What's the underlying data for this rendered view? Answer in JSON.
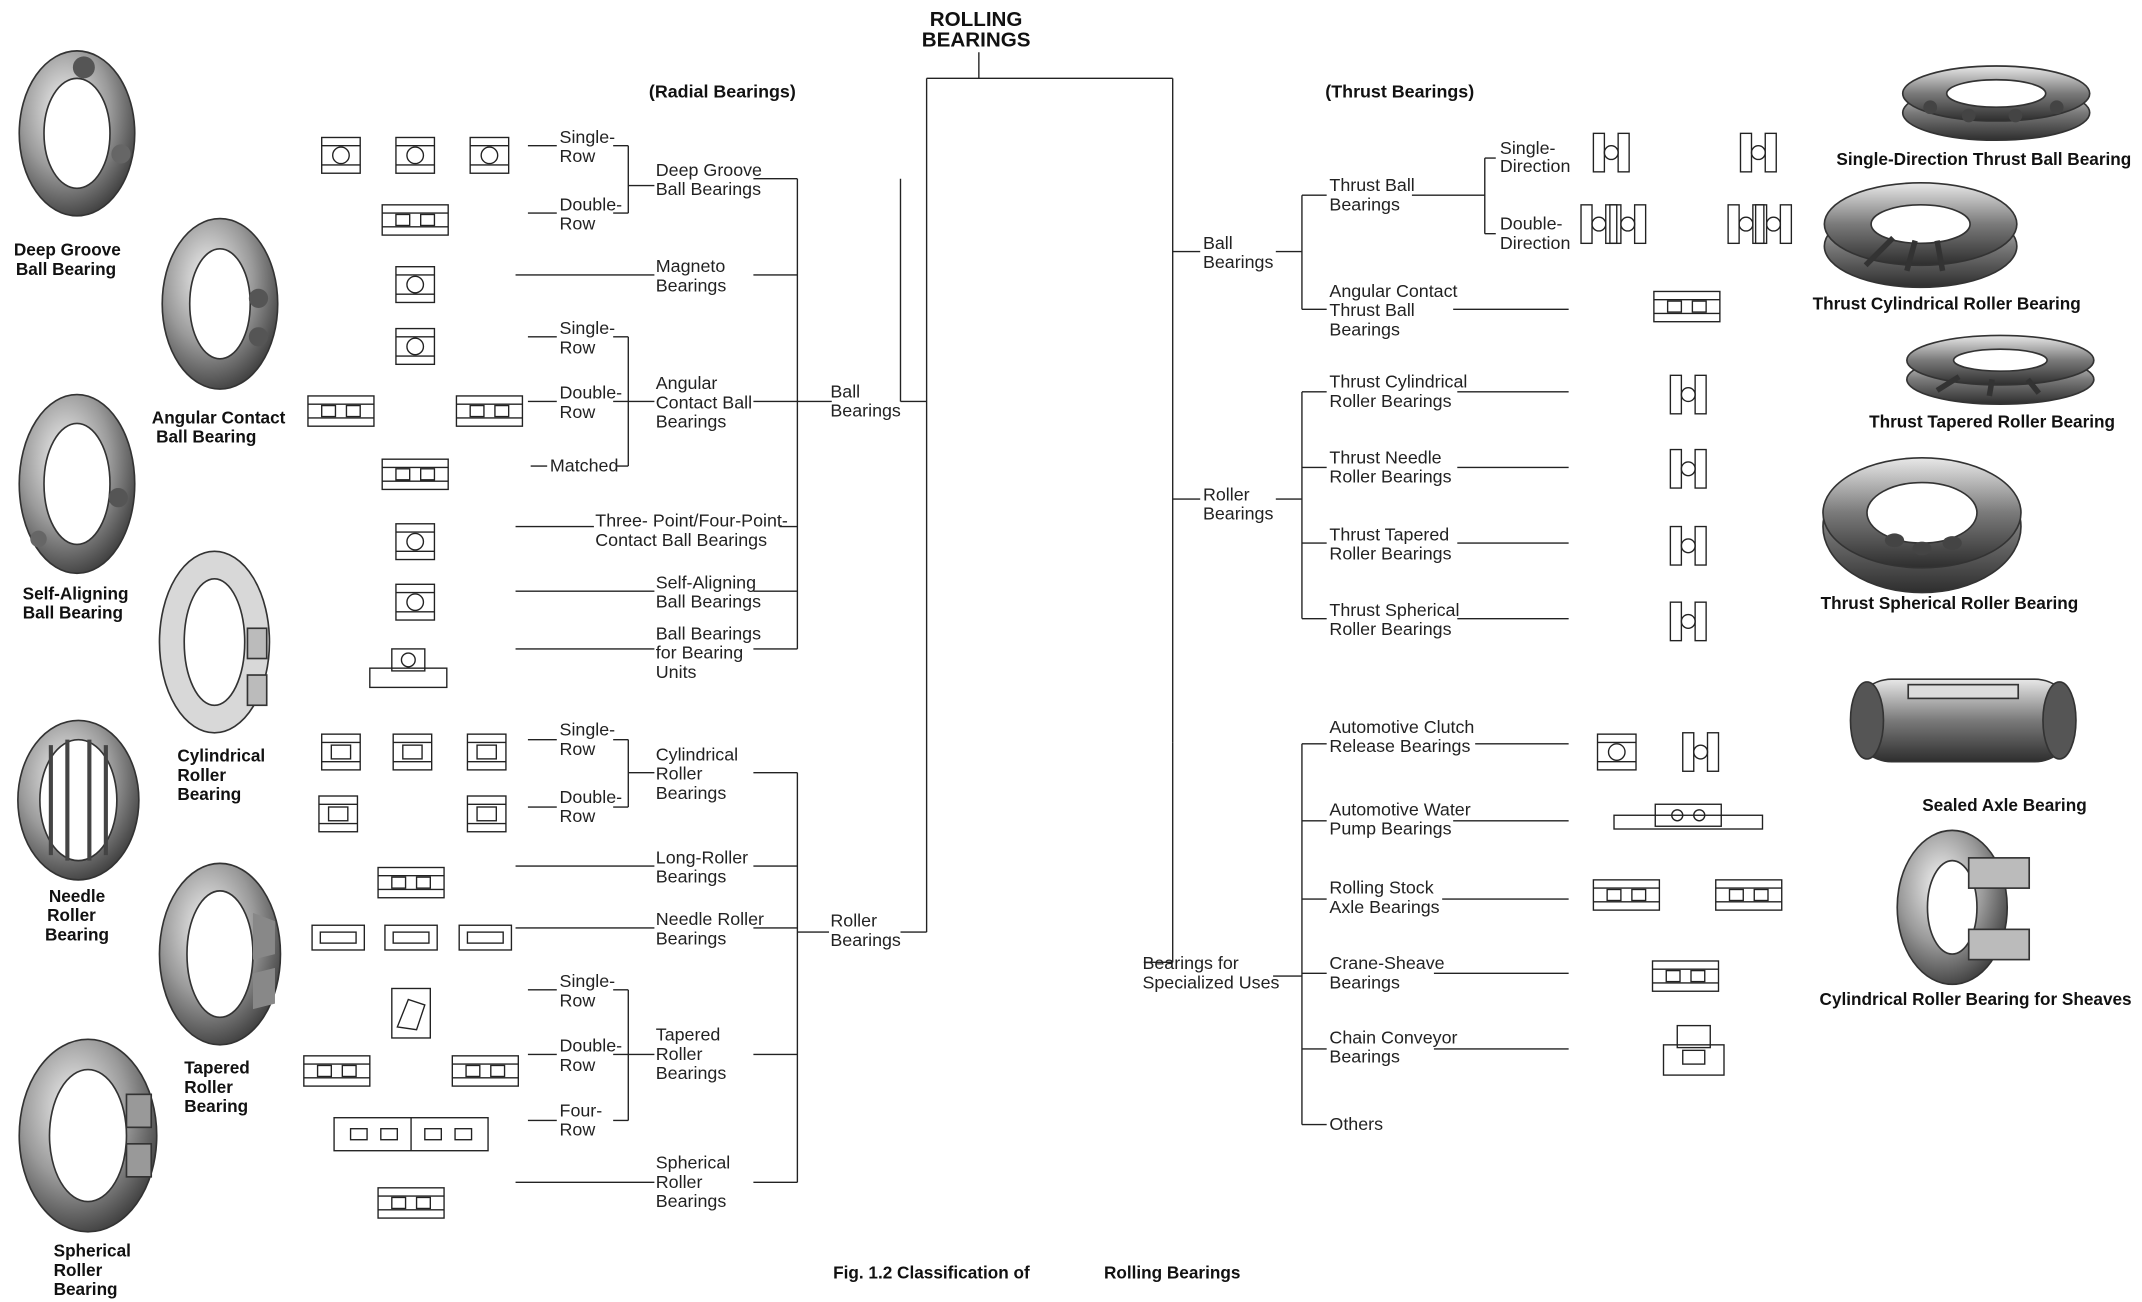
{
  "title": [
    "ROLLING",
    "BEARINGS"
  ],
  "figure_caption": {
    "prefix": "Fig. 1.2  Classification of",
    "suffix": "Rolling Bearings"
  },
  "section_headers": {
    "radial": "(Radial Bearings)",
    "thrust": "(Thrust Bearings)"
  },
  "radial": {
    "ball": [
      "Ball",
      "Bearings"
    ],
    "roller": [
      "Roller",
      "Bearings"
    ],
    "deep_groove": [
      "Deep Groove",
      "Ball Bearings"
    ],
    "deep_groove_single": [
      "Single-",
      "Row"
    ],
    "deep_groove_double": [
      "Double-",
      "Row"
    ],
    "magneto": [
      "Magneto",
      "Bearings"
    ],
    "angular": [
      "Angular",
      "Contact Ball",
      "Bearings"
    ],
    "angular_single": [
      "Single-",
      "Row"
    ],
    "angular_double": [
      "Double-",
      "Row"
    ],
    "angular_matched": "Matched",
    "three_point": [
      "Three- Point/Four-Point-",
      "Contact Ball Bearings"
    ],
    "self_aligning": [
      "Self-Aligning",
      "Ball Bearings"
    ],
    "units": [
      "Ball Bearings",
      "for Bearing",
      "Units"
    ],
    "cylindrical": [
      "Cylindrical",
      "Roller",
      "Bearings"
    ],
    "cyl_single": [
      "Single-",
      "Row"
    ],
    "cyl_double": [
      "Double-",
      "Row"
    ],
    "long_roller": [
      "Long-Roller",
      "Bearings"
    ],
    "needle": [
      "Needle Roller",
      "Bearings"
    ],
    "tapered": [
      "Tapered",
      "Roller",
      "Bearings"
    ],
    "tap_single": [
      "Single-",
      "Row"
    ],
    "tap_double": [
      "Double-",
      "Row"
    ],
    "tap_four": [
      "Four-",
      "Row"
    ],
    "spherical": [
      "Spherical",
      "Roller",
      "Bearings"
    ]
  },
  "thrust": {
    "ball": [
      "Ball",
      "Bearings"
    ],
    "roller": [
      "Roller",
      "Bearings"
    ],
    "thrust_ball": [
      "Thrust Ball",
      "Bearings"
    ],
    "single_direction": [
      "Single-",
      "Direction"
    ],
    "double_direction": [
      "Double-",
      "Direction"
    ],
    "angular_thrust": [
      "Angular Contact",
      "Thrust Ball",
      "Bearings"
    ],
    "cylindrical": [
      "Thrust Cylindrical",
      "Roller Bearings"
    ],
    "needle": [
      "Thrust Needle",
      "Roller Bearings"
    ],
    "tapered": [
      "Thrust Tapered",
      "Roller Bearings"
    ],
    "spherical": [
      "Thrust Spherical",
      "Roller Bearings"
    ]
  },
  "special": {
    "root": [
      "Bearings for",
      "Specialized Uses"
    ],
    "clutch": [
      "Automotive Clutch",
      "Release Bearings"
    ],
    "water_pump": [
      "Automotive Water",
      "Pump Bearings"
    ],
    "rolling_stock": [
      "Rolling Stock",
      "Axle Bearings"
    ],
    "crane": [
      "Crane-Sheave",
      "Bearings"
    ],
    "chain": [
      "Chain Conveyor",
      "Bearings"
    ],
    "others": "Others"
  },
  "photo_captions": {
    "deep_groove": [
      "Deep Groove",
      "Ball Bearing"
    ],
    "angular": [
      "Angular Contact",
      "Ball Bearing"
    ],
    "self_aligning": [
      "Self-Aligning",
      "Ball Bearing"
    ],
    "cylindrical": [
      "Cylindrical",
      "Roller",
      "Bearing"
    ],
    "needle": [
      "Needle",
      "Roller",
      "Bearing"
    ],
    "tapered": [
      "Tapered",
      "Roller",
      "Bearing"
    ],
    "spherical": [
      "Spherical",
      "Roller",
      "Bearing"
    ],
    "thrust_ball": "Single-Direction Thrust Ball Bearing",
    "thrust_cyl": "Thrust Cylindrical Roller Bearing",
    "thrust_tap": "Thrust Tapered Roller Bearing",
    "thrust_sph": "Thrust Spherical Roller Bearing",
    "sealed_axle": "Sealed Axle Bearing",
    "sheave": "Cylindrical Roller Bearing for Sheaves"
  },
  "icons": [
    "bearing-photo-icon",
    "bearing-section-symbol-icon"
  ]
}
